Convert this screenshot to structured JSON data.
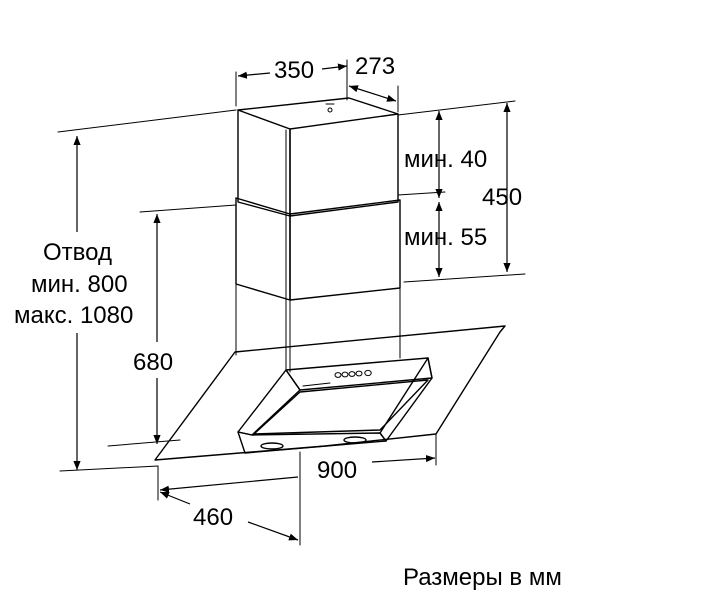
{
  "dimensions": {
    "top_width": "350",
    "top_depth": "273",
    "min_40": "мин. 40",
    "dim_450": "450",
    "min_55": "мин. 55",
    "exhaust_line1": "Отвод",
    "exhaust_line2": "мин. 800",
    "exhaust_line3": "макс. 1080",
    "dim_680": "680",
    "width_900": "900",
    "depth_460": "460"
  },
  "footer": {
    "units_note": "Размеры в мм"
  },
  "colors": {
    "glass": "#dde3e2",
    "hood_body": "#ffffff",
    "grease_filter": "#c9cccc",
    "line": "#000000"
  }
}
